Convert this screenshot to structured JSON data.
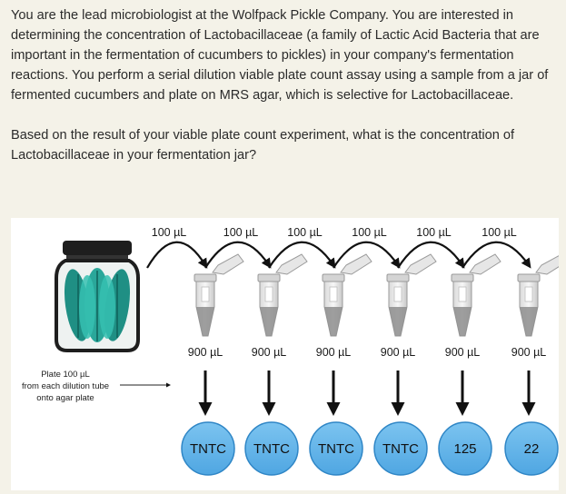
{
  "question": {
    "paragraph1": "You are the lead microbiologist at the Wolfpack Pickle Company. You are interested in determining the concentration of Lactobacillaceae (a family of Lactic Acid Bacteria that are important in the fermentation of cucumbers to pickles) in your company's fermentation reactions. You perform a serial dilution viable plate count assay using a sample from a jar of fermented cucumbers and plate on MRS agar, which is selective for Lactobacillaceae.",
    "paragraph2": "Based on the result of your viable plate count experiment, what is the concentration of Lactobacillaceae in your fermentation jar?"
  },
  "diagram": {
    "transfer_volumes": [
      "100 µL",
      "100 µL",
      "100 µL",
      "100 µL",
      "100 µL",
      "100 µL"
    ],
    "tube_volumes": [
      "900 µL",
      "900 µL",
      "900 µL",
      "900 µL",
      "900 µL",
      "900 µL"
    ],
    "plate_note": [
      "Plate 100 µL",
      "from each dilution tube",
      "onto agar plate"
    ],
    "plate_counts": [
      "TNTC",
      "TNTC",
      "TNTC",
      "TNTC",
      "125",
      "22"
    ],
    "icons": [
      "pickle-jar-icon",
      "microcentrifuge-tube-icon",
      "agar-plate-icon"
    ],
    "colors": {
      "plate_fill": "#5fb3ea",
      "plate_stroke": "#2f86c6",
      "pickle_green": "#2aa79a",
      "jar_lid": "#1e1e1e"
    }
  }
}
